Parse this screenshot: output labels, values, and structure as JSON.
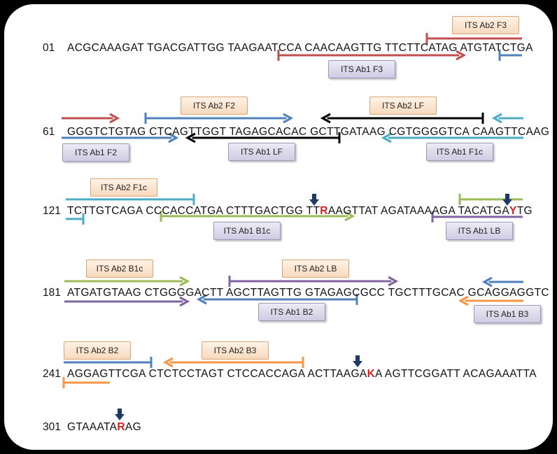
{
  "colors": {
    "red": "#c0504d",
    "blue": "#4f81bd",
    "black": "#000000",
    "cyan": "#4bacc6",
    "green": "#9bbb59",
    "purple": "#8064a2",
    "orange": "#f79646",
    "mutation": "#d32020",
    "marker": "#1f3864"
  },
  "sequence": [
    {
      "num": "01",
      "bases": "ACGCAAAGAT TGACGATTGG TAAGAATCCA CAACAAGTTG TTCTTCATAG ATGTATCTGA"
    },
    {
      "num": "61",
      "bases": "GGGTCTGTAG CTCAGTTGGT TAGAGCACAC GCTTGATAAG CGTGGGGTCA CAAGTTCAAG"
    },
    {
      "num": "121",
      "bases_pre": "TCTTGTCAGA CCCACCATGA CTTTGACTGG TT",
      "mut1": "R",
      "bases_mid": "AAGTTAT AGATAAAAGA TACATGA",
      "mut2": "Y",
      "bases_post": "TG"
    },
    {
      "num": "181",
      "bases": "ATGATGTAAG CTGGGGACTT AGCTTAGTTG GTAGAGCGCC TGCTTTGCAC GCAGGAGGTC"
    },
    {
      "num": "241",
      "bases_pre": "AGGAGTTCGA CTCTCCTAGT CTCCACCAGA ACTTAAGA",
      "mut1": "K",
      "bases_post": "A AGTTCGGATT ACAGAAATTA"
    },
    {
      "num": "301",
      "bases_pre": "GTAAATA",
      "mut1": "R",
      "bases_post": "AG"
    }
  ],
  "labels": {
    "ab2_f3": "ITS Ab2 F3",
    "ab1_f3": "ITS Ab1 F3",
    "ab2_f2": "ITS Ab2 F2",
    "ab2_lf": "ITS Ab2 LF",
    "ab1_f2": "ITS Ab1 F2",
    "ab1_lf": "ITS Ab1 LF",
    "ab1_f1c": "ITS Ab1 F1c",
    "ab2_f1c": "ITS Ab2 F1c",
    "ab1_b1c": "ITS Ab1 B1c",
    "ab1_lb": "ITS Ab1 LB",
    "ab2_b1c": "ITS Ab2 B1c",
    "ab2_lb": "ITS Ab2 LB",
    "ab1_b2": "ITS Ab1 B2",
    "ab1_b3": "ITS Ab1 B3",
    "ab2_b2": "ITS Ab2 B2",
    "ab2_b3": "ITS Ab2 B3"
  }
}
